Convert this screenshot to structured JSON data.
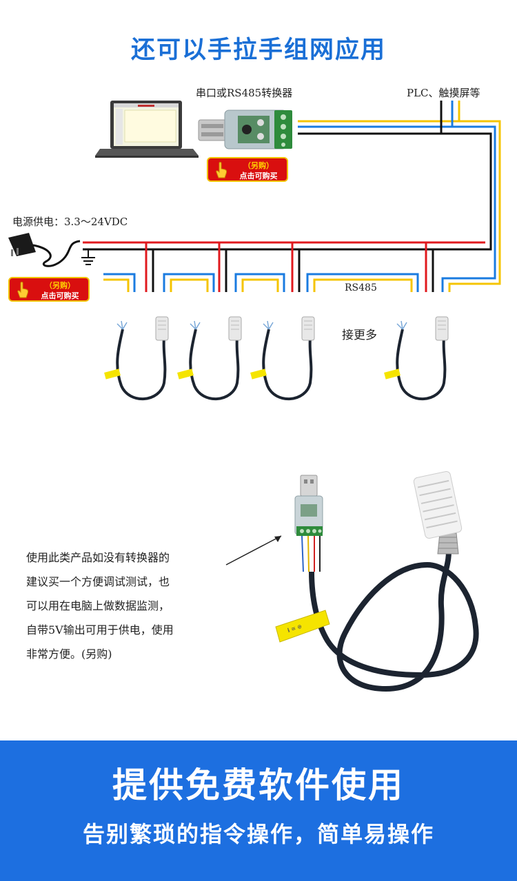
{
  "header": {
    "title": "还可以手拉手组网应用"
  },
  "diagram": {
    "converter_label": "串口或RS485转换器",
    "plc_label": "PLC、触摸屏等",
    "power_label": "电源供电：3.3～24VDC",
    "rs485_label": "RS485",
    "more_label": "接更多",
    "buy_badge_line1": "（另购）",
    "buy_badge_line2": "点击可购买"
  },
  "description": {
    "lines": [
      "使用此类产品如没有转换器的",
      "建议买一个方便调试测试，也",
      "可以用在电脑上做数据监测，",
      "自带5V输出可用于供电，使用",
      "非常方便。(另购)"
    ]
  },
  "banner": {
    "title": "提供免费软件使用",
    "subtitle": "告别繁琐的指令操作，简单易操作"
  },
  "colors": {
    "title_blue": "#1a6fd6",
    "wire_red": "#e0191e",
    "wire_black": "#111111",
    "wire_blue": "#1a7be0",
    "wire_yellow": "#f5c400",
    "badge_red": "#d90f0f",
    "banner_blue": "#1d6fe0"
  }
}
